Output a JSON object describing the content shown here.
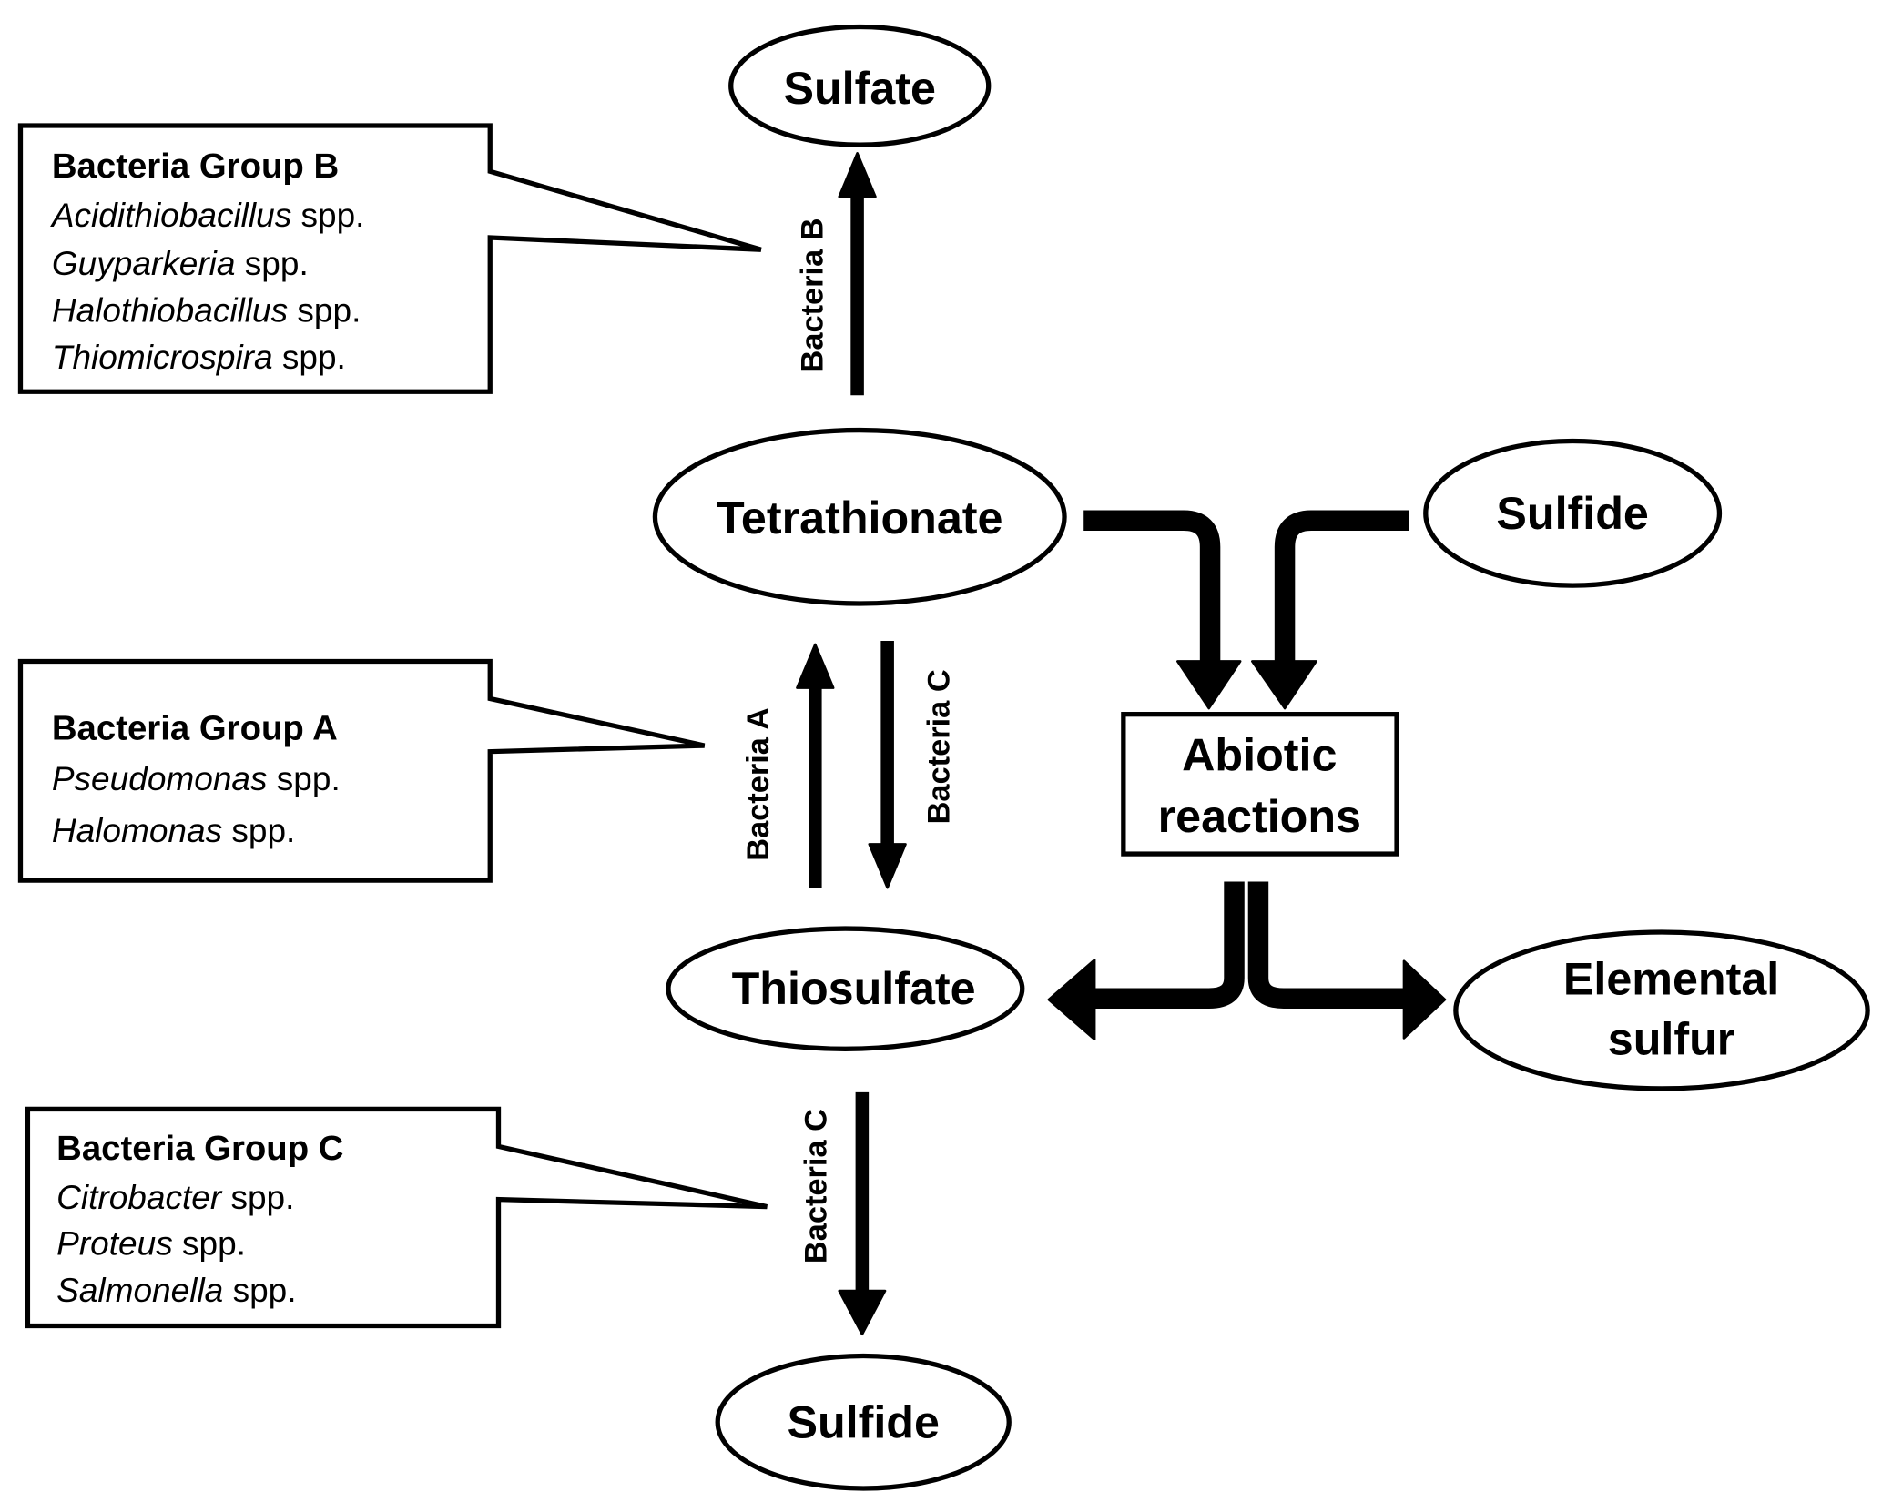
{
  "nodes": {
    "sulfate": "Sulfate",
    "tetrathionate": "Tetrathionate",
    "sulfide_right": "Sulfide",
    "thiosulfate": "Thiosulfate",
    "elemental_sulfur_line1": "Elemental",
    "elemental_sulfur_line2": "sulfur",
    "sulfide_bottom": "Sulfide",
    "abiotic_line1": "Abiotic",
    "abiotic_line2": "reactions"
  },
  "arrows": {
    "tetrathionate_to_sulfate": "Bacteria B",
    "thiosulfate_to_tetrathionate": "Bacteria A",
    "tetrathionate_to_thiosulfate": "Bacteria C",
    "thiosulfate_to_sulfide": "Bacteria C"
  },
  "groups": {
    "b": {
      "title": "Bacteria Group B",
      "members": [
        {
          "genus": "Acidithiobacillus",
          "suffix": " spp."
        },
        {
          "genus": "Guyparkeria",
          "suffix": " spp."
        },
        {
          "genus": "Halothiobacillus",
          "suffix": " spp."
        },
        {
          "genus": "Thiomicrospira",
          "suffix": " spp."
        }
      ]
    },
    "a": {
      "title": "Bacteria Group A",
      "members": [
        {
          "genus": "Pseudomonas",
          "suffix": " spp."
        },
        {
          "genus": "Halomonas",
          "suffix": " spp."
        }
      ]
    },
    "c": {
      "title": "Bacteria Group C",
      "members": [
        {
          "genus": "Citrobacter",
          "suffix": " spp."
        },
        {
          "genus": "Proteus",
          "suffix": " spp."
        },
        {
          "genus": "Salmonella",
          "suffix": " spp."
        }
      ]
    }
  }
}
